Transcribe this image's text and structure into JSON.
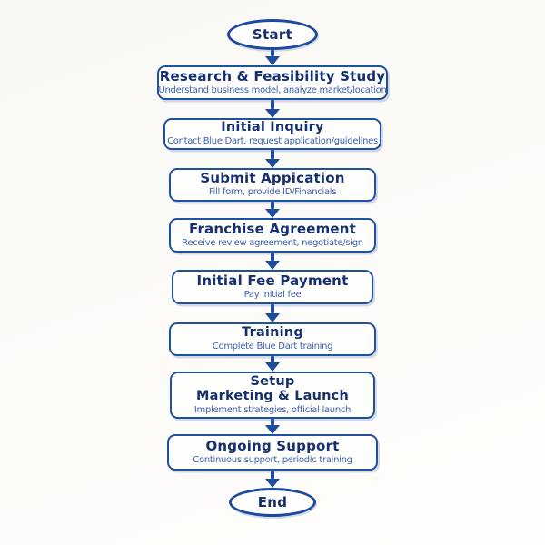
{
  "page": {
    "background_color": "#fbfaf6",
    "ink_color": "#1d4c9e",
    "title_color": "#16306f",
    "subtitle_color": "#3e5fae"
  },
  "flowchart": {
    "start_label": "Start",
    "end_label": "End",
    "steps": [
      {
        "title": "Research & Feasibility Study",
        "subtitle": "Understand business model, analyze market/location"
      },
      {
        "title": "Initial Inquiry",
        "subtitle": "Contact Blue Dart, request application/guidelines"
      },
      {
        "title": "Submit Appication",
        "subtitle": "Fill form, provide ID/Financials"
      },
      {
        "title": "Franchise Agreement",
        "subtitle": "Receive review agreement, negotiate/sign"
      },
      {
        "title": "Initial Fee Payment",
        "subtitle": "Pay initial fee"
      },
      {
        "title": "Training",
        "subtitle": "Complete Blue Dart training"
      },
      {
        "title": "Setup\nMarketing & Launch",
        "subtitle": "Implement strategies, official launch"
      },
      {
        "title": "Ongoing Support",
        "subtitle": "Continuous support, periodic training"
      }
    ]
  }
}
